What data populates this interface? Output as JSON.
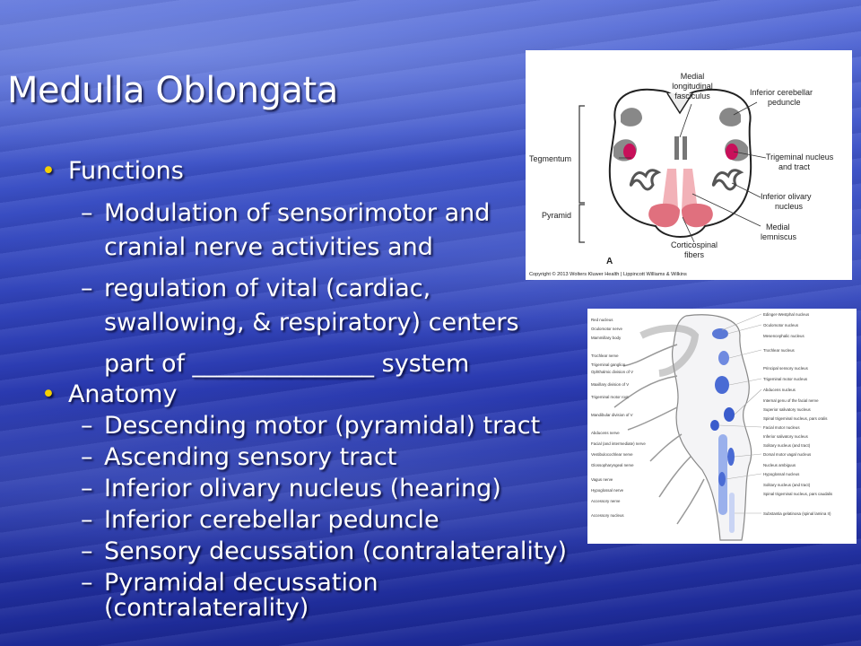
{
  "slide": {
    "title": "Medulla Oblongata",
    "functions_heading": "Functions",
    "functions": [
      "Modulation of sensorimotor and",
      "cranial nerve activities and",
      "regulation of vital (cardiac,",
      "swallowing, & respiratory) centers",
      "part of _______________ system"
    ],
    "anatomy_heading": "Anatomy",
    "anatomy": [
      "Descending motor (pyramidal) tract",
      "Ascending sensory tract",
      "Inferior olivary nucleus (hearing)",
      "Inferior cerebellar peduncle",
      "Sensory decussation (contralaterality)",
      "Pyramidal decussation",
      "(contralaterality)"
    ],
    "dash": "–"
  },
  "figure_a": {
    "labels": {
      "mlf1": "Medial",
      "mlf2": "longitudinal",
      "mlf3": "fasciculus",
      "icp1": "Inferior cerebellar",
      "icp2": "peduncle",
      "teg": "Tegmentum",
      "trig1": "Trigeminal nucleus",
      "trig2": "and tract",
      "olive1": "Inferior olivary",
      "olive2": "nucleus",
      "pyr": "Pyramid",
      "ml1": "Medial",
      "ml2": "lemniscus",
      "cst1": "Corticospinal",
      "cst2": "fibers",
      "panel": "A",
      "copyright": "Copyright © 2013 Wolters Kluwer Health | Lippincott Williams & Wilkins"
    }
  },
  "figure_b": {
    "left_labels": [
      "Oculomotor nerve",
      "Mammillary body",
      "Trochlear nerve",
      "Trigeminal ganglion",
      "Ophthalmic division of V",
      "Maxillary division of V",
      "Trigeminal motor root",
      "Mandibular division of V",
      "Abducens nerve",
      "Facial (and intermediate) nerve",
      "Vestibulocochlear nerve",
      "Glossopharyngeal nerve",
      "Vagus nerve",
      "Hypoglossal nerve",
      "Accessory nerve",
      "Accessory nucleus"
    ],
    "right_labels": [
      "Edinger-Westphal nucleus",
      "Oculomotor nucleus",
      "Mesencephalic nucleus",
      "Trochlear nucleus",
      "Principal sensory nucleus",
      "Trigeminal motor nucleus",
      "Abducens nucleus",
      "Internal genu of the facial nerve",
      "Superior salivatory nucleus",
      "Spinal trigeminal nucleus, pars oralis",
      "Facial motor nucleus",
      "Inferior salivatory nucleus",
      "Solitary nucleus (and tract)",
      "Dorsal motor vagal nucleus",
      "Nucleus ambiguus",
      "Hypoglossal nucleus",
      "Solitary nucleus (and tract)",
      "Spinal trigeminal nucleus, pars caudalis",
      "Substantia gelatinosa (spinal lamina II)"
    ],
    "top_left_label": "Red nucleus"
  }
}
